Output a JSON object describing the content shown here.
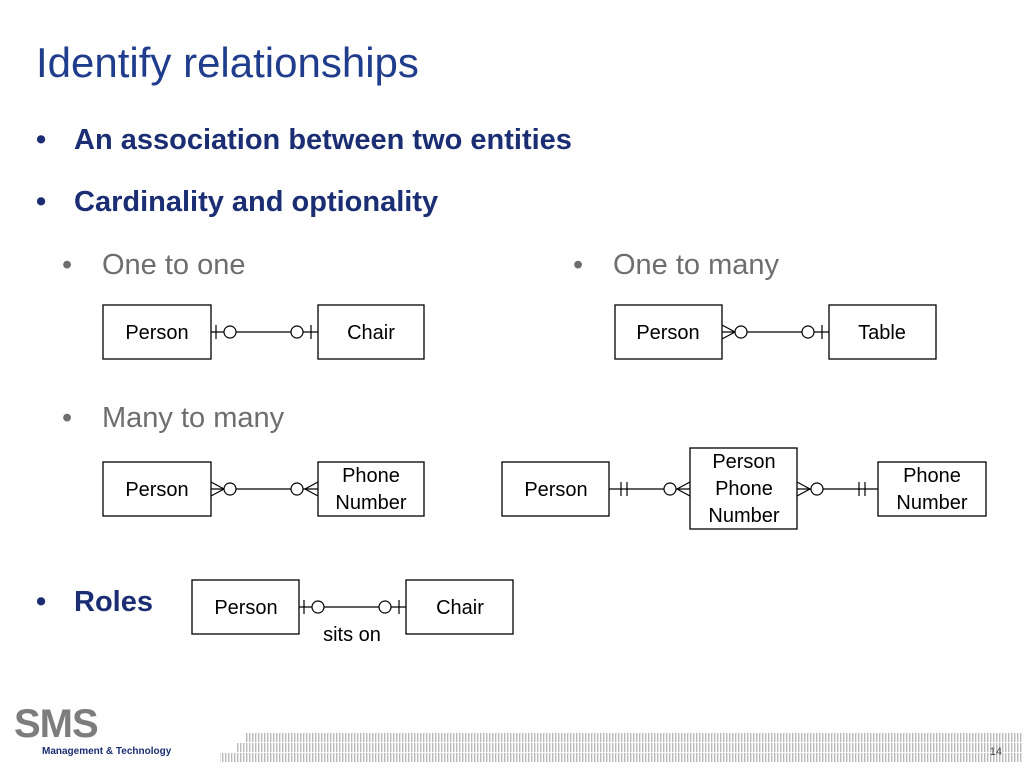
{
  "title": "Identify relationships",
  "bullets": {
    "association": "An association between two entities",
    "cardinality": "Cardinality and optionality",
    "roles": "Roles"
  },
  "subbullets": {
    "one_to_one": "One to one",
    "one_to_many": "One to many",
    "many_to_many": "Many to many"
  },
  "entities": {
    "person": "Person",
    "chair": "Chair",
    "table": "Table",
    "phone": "Phone",
    "number": "Number"
  },
  "role_label": "sits on",
  "logo": {
    "main": "SMS",
    "sub": "Management & Technology"
  },
  "page_number": "14"
}
